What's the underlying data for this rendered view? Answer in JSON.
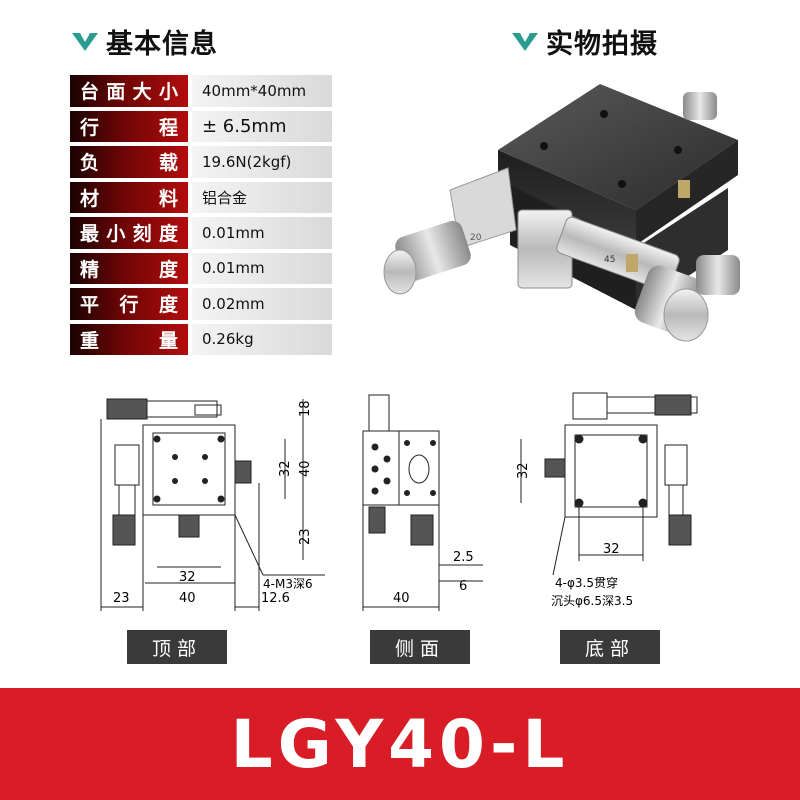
{
  "headers": {
    "basic_info": "基本信息",
    "photo": "实物拍摄"
  },
  "specs": [
    {
      "label": "台面大小",
      "value": "40mm*40mm"
    },
    {
      "label": "行　程",
      "value": "± 6.5mm"
    },
    {
      "label": "负　载",
      "value": "19.6N(2kgf)"
    },
    {
      "label": "材　料",
      "value": "铝合金"
    },
    {
      "label": "最小刻度",
      "value": "0.01mm"
    },
    {
      "label": "精　度",
      "value": "0.01mm"
    },
    {
      "label": "平行度",
      "value": "0.02mm"
    },
    {
      "label": "重　量",
      "value": "0.26kg"
    }
  ],
  "photo_labels": {
    "scale_45": "45",
    "scale_20": "20"
  },
  "top_view": {
    "dim_18": "18",
    "dim_40_v": "40",
    "dim_32_v": "32",
    "dim_23_v": "23",
    "dim_32_h": "32",
    "dim_40_h": "40",
    "dim_23_h": "23",
    "dim_12_6": "12.6",
    "hole_note": "4-M3深6",
    "tag": "顶部"
  },
  "side_view": {
    "dim_2_5": "2.5",
    "dim_6": "6",
    "dim_40": "40",
    "tag": "侧面"
  },
  "bottom_view": {
    "dim_32_v": "32",
    "dim_32_h": "32",
    "note_1": "4-φ3.5贯穿",
    "note_2": "沉头φ6.5深3.5",
    "tag": "底部"
  },
  "model": "LGY40-L",
  "colors": {
    "brand_green": "#2a9d8f",
    "label_red": "#9e0b0b",
    "banner_red": "#d81d26"
  }
}
